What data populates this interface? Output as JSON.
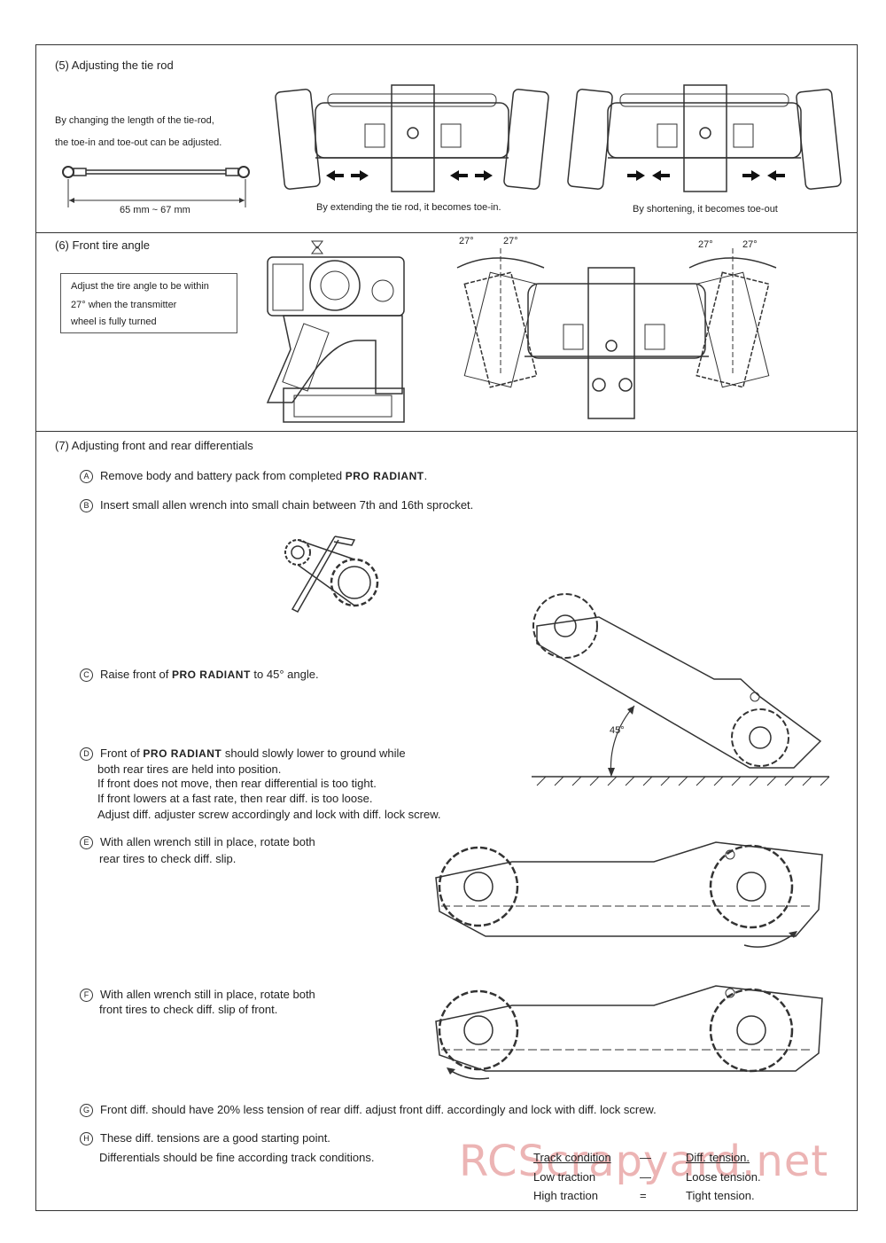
{
  "section5": {
    "heading": "(5) Adjusting the tie rod",
    "desc_line1": "By changing the length of the tie-rod,",
    "desc_line2": "the toe-in and toe-out can be adjusted.",
    "length_label": "65 mm ~ 67 mm",
    "caption_extend": "By extending the tie rod, it becomes toe-in.",
    "caption_shorten": "By shortening, it becomes toe-out"
  },
  "section6": {
    "heading": "(6) Front tire angle",
    "box_line1": "Adjust the tire angle to be within",
    "box_line2": "27° when the transmitter",
    "box_line3": "wheel is fully turned",
    "angle_labels": [
      "27°",
      "27°",
      "27°",
      "27°"
    ]
  },
  "section7": {
    "heading": "(7)  Adjusting  front  and  rear  differentials",
    "brand": "PRO RADIANT",
    "stepA": {
      "marker": "A",
      "text_before": "Remove  body  and  battery  pack  from  completed",
      "text_after": "."
    },
    "stepB": {
      "marker": "B",
      "text": "Insert  small  allen  wrench  into  small  chain  between  7th  and  16th  sprocket."
    },
    "stepC": {
      "marker": "C",
      "text_before": "Raise  front  of",
      "text_after": "to  45°  angle."
    },
    "angle_label": "45°",
    "stepD": {
      "marker": "D",
      "text_before": "Front  of",
      "text_after": "should  slowly  lower  to  ground  while",
      "line2": "both  rear  tires  are  held  into  position.",
      "line3": "If  front  does  not  move, then  rear  differential  is  too  tight.",
      "line4": "If  front  lowers  at  a  fast  rate, then  rear  diff.  is  too  loose.",
      "line5": "Adjust  diff.  adjuster  screw  accordingly  and  lock  with  diff.  lock  screw."
    },
    "stepE": {
      "marker": "E",
      "line1": "With  allen  wrench  still  in  place,  rotate  both",
      "line2": "rear  tires  to  check  diff.  slip."
    },
    "stepF": {
      "marker": "F",
      "line1": "With  allen  wrench  still  in  place,  rotate  both",
      "line2": "front  tires  to  check  diff.  slip  of  front."
    },
    "stepG": {
      "marker": "G",
      "text": "Front  diff.  should  have  20%  less  tension  of  rear  diff.  adjust  front  diff.  accordingly  and  lock  with  diff.  lock  screw."
    },
    "stepH": {
      "marker": "H",
      "line1": "These  diff.  tensions  are  a  good  starting  point.",
      "line2": "Differentials  should  be  fine  according  track  conditions."
    },
    "table": {
      "headers": [
        "Track condition",
        "—",
        "Diff. tension."
      ],
      "rows": [
        [
          "Low traction",
          "—",
          "Loose tension."
        ],
        [
          "High traction",
          "=",
          "Tight tension."
        ]
      ]
    }
  },
  "watermark": "RCScrapyard.net"
}
